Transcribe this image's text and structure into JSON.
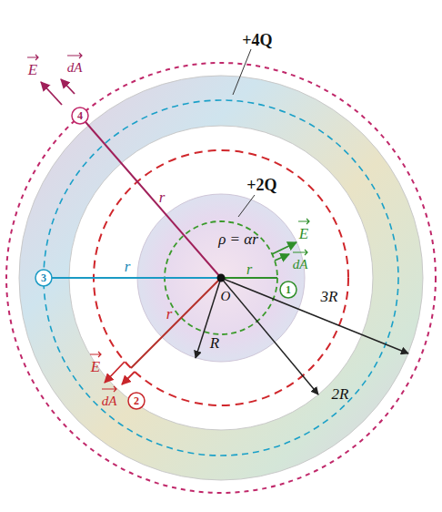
{
  "diagram": {
    "labels": [
      "+4Q",
      "E",
      "dA",
      "4",
      "r",
      "+2Q",
      "ρ = αr",
      "E",
      "dA",
      "O",
      "r",
      "1",
      "r",
      "3",
      "R",
      "3R",
      "E",
      "dA",
      "r",
      "2",
      "2R"
    ]
  }
}
